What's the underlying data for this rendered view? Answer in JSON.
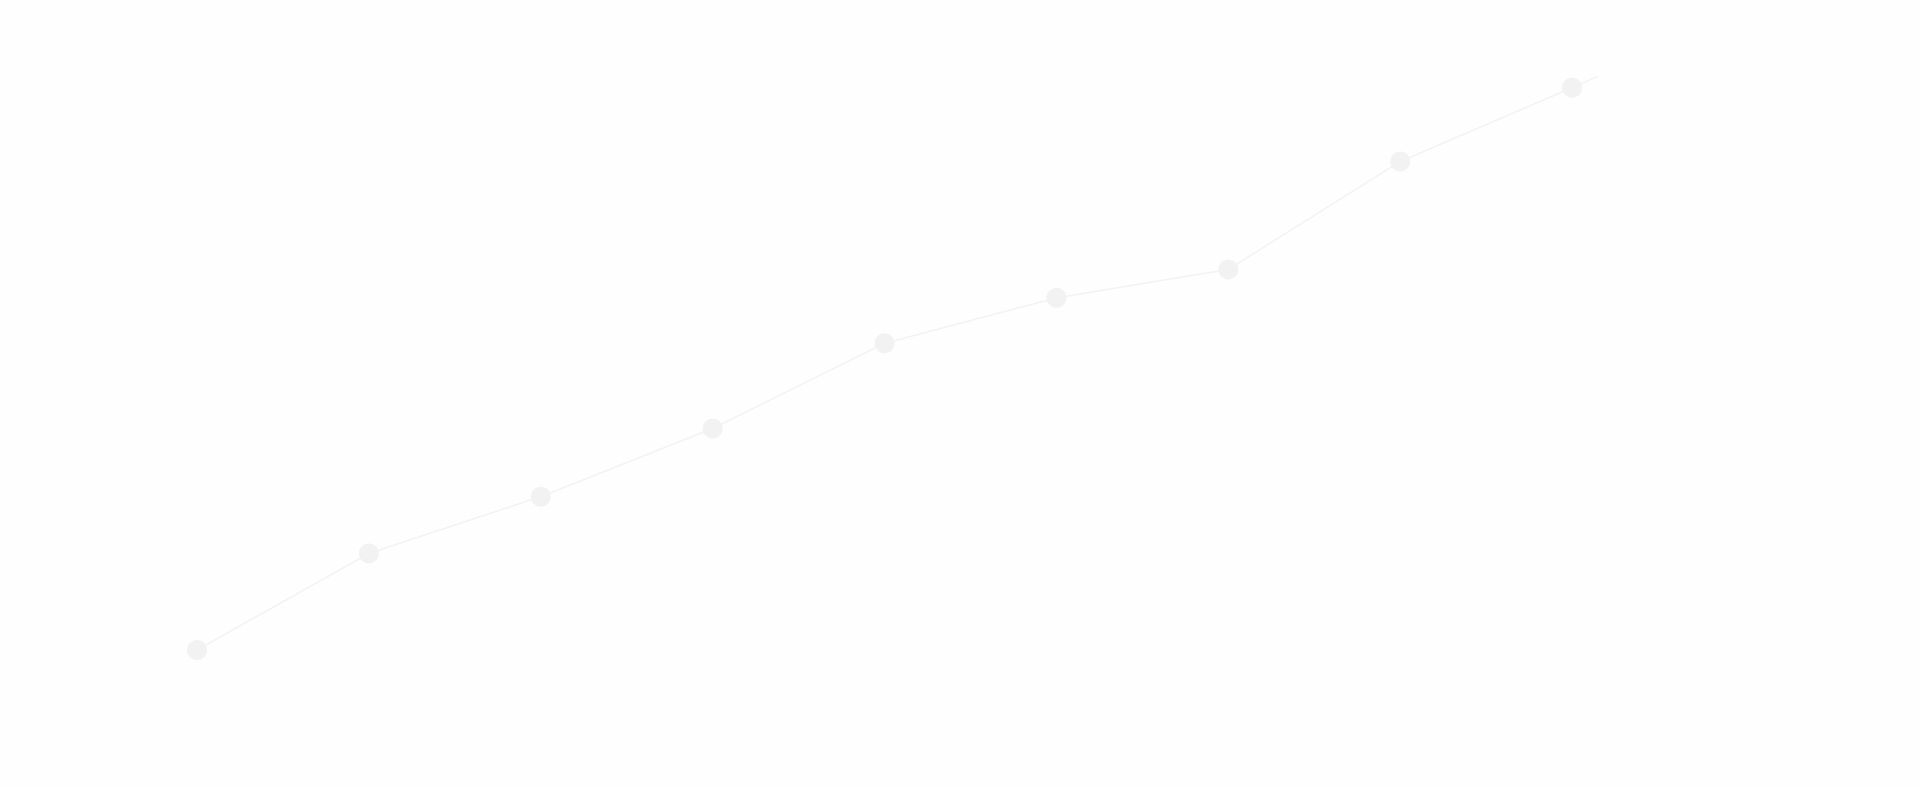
{
  "chart_data": {
    "type": "line",
    "title": "",
    "xlabel": "",
    "ylabel": "",
    "grid": false,
    "legend": "none",
    "x": [
      1,
      2,
      3,
      4,
      5,
      6,
      7,
      8,
      9,
      10
    ],
    "xlim": [
      1,
      10
    ],
    "ylim": [
      0,
      100
    ],
    "series": [
      {
        "values": [
          0,
          17,
          27,
          39,
          54,
          62,
          67,
          86,
          99,
          101
        ],
        "marker_values": [
          0,
          17,
          27,
          39,
          54,
          62,
          67,
          86,
          99
        ],
        "color": "#f2f2f2"
      }
    ]
  }
}
